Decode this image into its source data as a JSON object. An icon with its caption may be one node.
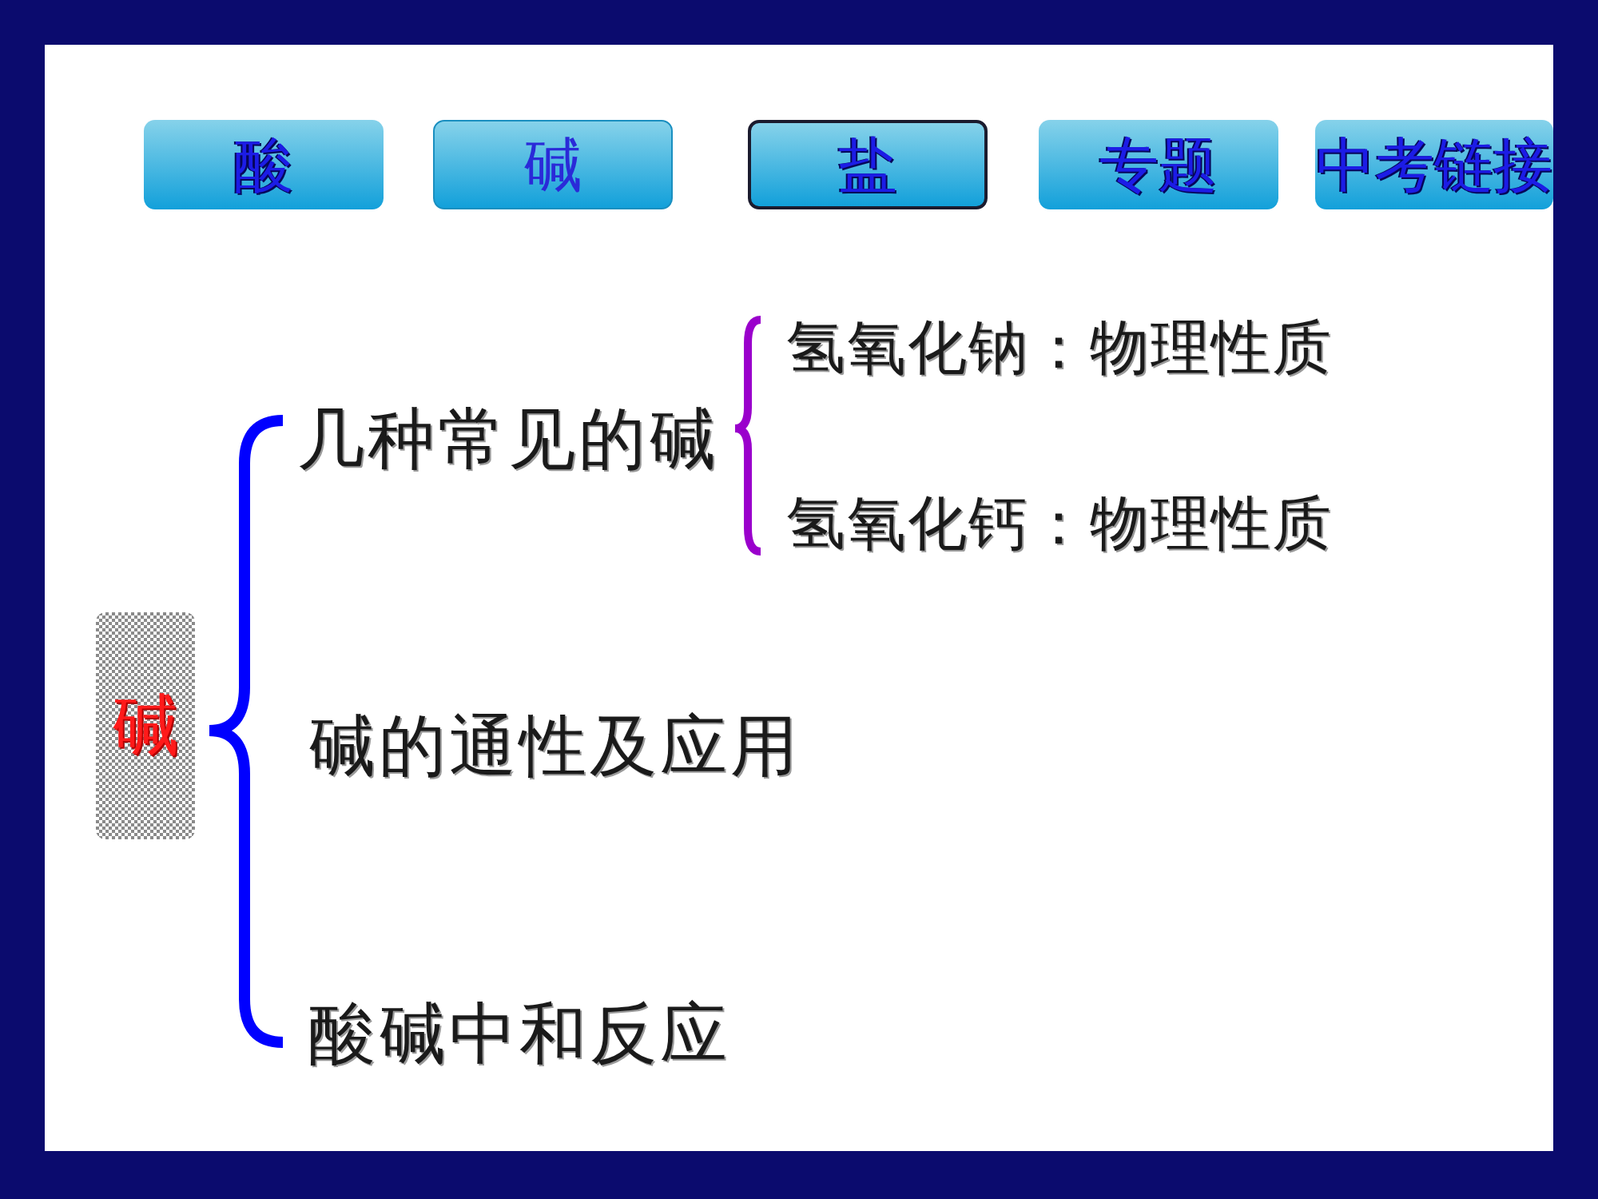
{
  "diagram": {
    "nodes": [
      {
        "text": [
          "酸"
        ]
      },
      {
        "text": [
          "碱"
        ]
      },
      {
        "text": [
          "盐"
        ]
      },
      {
        "text": [
          "专题"
        ]
      },
      {
        "text": [
          "中考链接"
        ]
      },
      {
        "text": [
          "碱"
        ]
      }
    ],
    "labels": [
      "几种常见的碱",
      "氢氧化钠：物理性质",
      "氢氧化钙：物理性质",
      "碱的通性及应用",
      "酸碱中和反应"
    ]
  }
}
